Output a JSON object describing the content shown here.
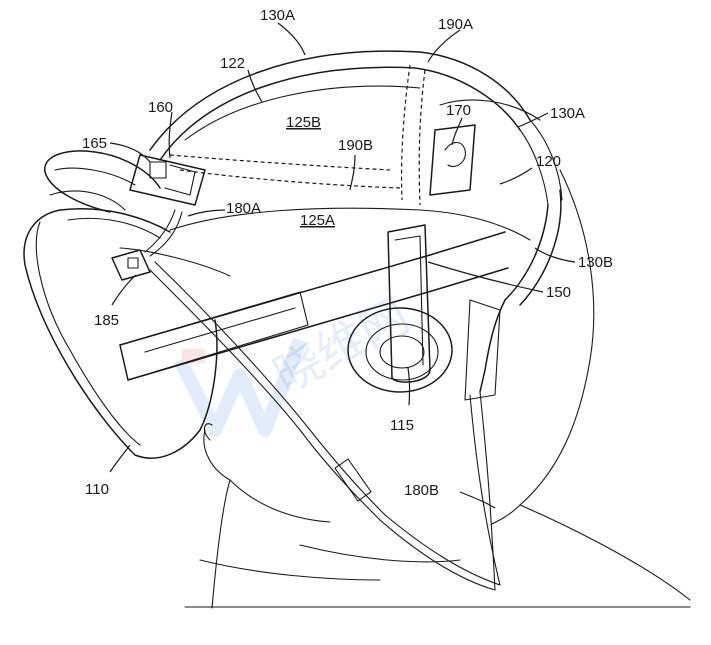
{
  "figure": {
    "labels": {
      "l130a_top": "130A",
      "l190a": "190A",
      "l122": "122",
      "l160": "160",
      "l125b": "125B",
      "l170": "170",
      "l130a_right": "130A",
      "l165": "165",
      "l190b": "190B",
      "l120": "120",
      "l180a": "180A",
      "l125a": "125A",
      "l130b": "130B",
      "l185": "185",
      "l150": "150",
      "l115": "115",
      "l180b": "180B",
      "l110": "110"
    },
    "watermark": "晓维网"
  }
}
